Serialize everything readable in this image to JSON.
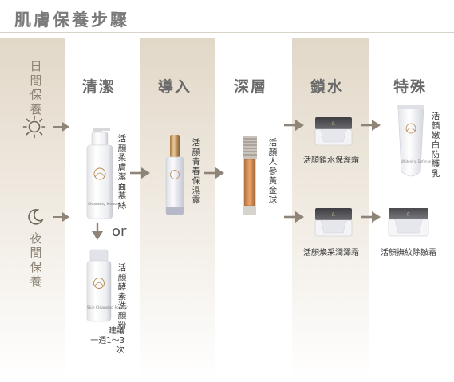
{
  "title": "肌膚保養步驟",
  "time_labels": {
    "day": "日間保養",
    "night": "夜間保養"
  },
  "icons": {
    "day": "sun-icon",
    "night": "moon-icon"
  },
  "steps": {
    "cleanse": "清潔",
    "import": "導入",
    "deep": "深層",
    "lock": "鎖水",
    "special": "特殊"
  },
  "products": {
    "foam": "活顏柔膚潔面慕絲",
    "enzyme": "活顏酵素洗顏粉",
    "toner": "活顏青春保濕露",
    "ginseng": "活顏人參黃金球",
    "lock_cream": "活顏鎖水保溼霜",
    "radiance_cream": "活顏煥采潤澤霜",
    "whitening": "活顏嫩白防護乳",
    "antiwrinkle": "活顏撫紋除皺霜"
  },
  "package_text": {
    "foam": "Cleansing Mousse",
    "enzyme": "Skin Cleansing Powder",
    "whitening": "Whitening Defense Milk"
  },
  "or_label": "or",
  "note": {
    "line1": "建議",
    "line2": "一週1～3次"
  },
  "colors": {
    "band": "#e2d8c8",
    "arrow": "#8f8478",
    "heading": "#6a6a6a",
    "accent_gold": "#b9894d"
  }
}
